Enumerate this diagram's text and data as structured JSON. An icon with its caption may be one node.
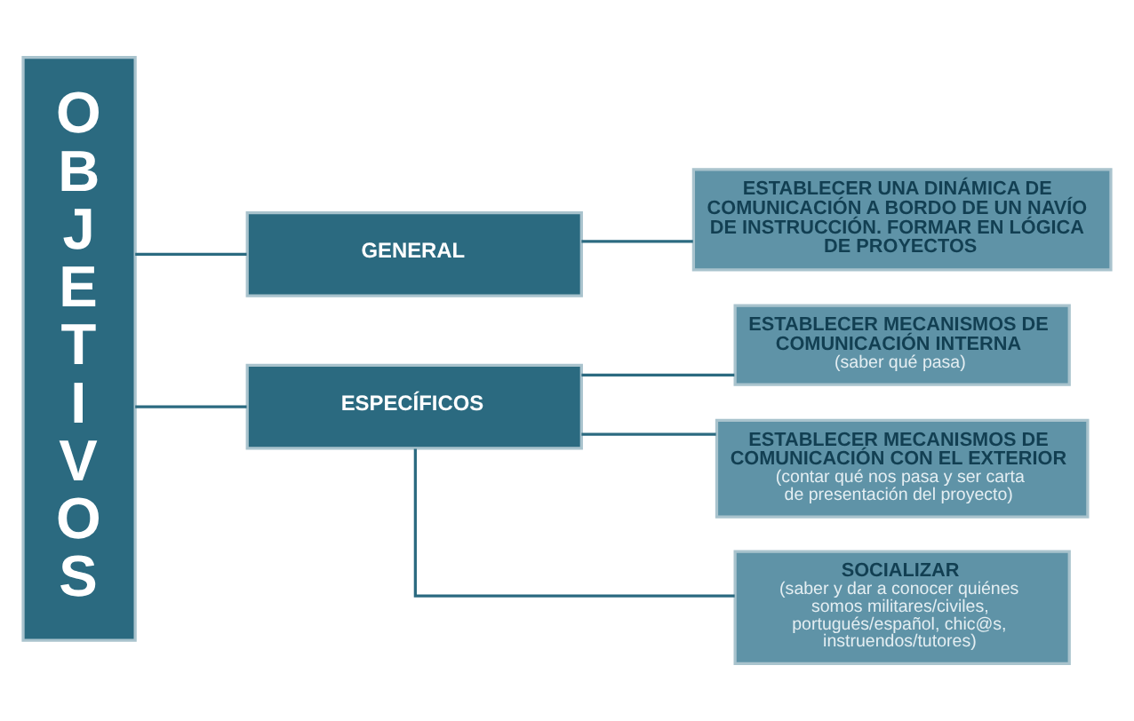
{
  "diagram": {
    "nodes": [
      {
        "text": [
          "OBJETIVOS"
        ]
      },
      {
        "text": [
          "GENERAL"
        ]
      },
      {
        "text": [
          "ESPECÍFICOS"
        ]
      },
      {
        "text": [
          "ESTABLECER UNA DINÁMICA DE COMUNICACIÓN A BORDO DE UN NAVÍO DE INSTRUCCIÓN. FORMAR EN LÓGICA DE PROYECTOS"
        ]
      },
      {
        "text": [
          "ESTABLECER MECANISMOS DE COMUNICACIÓN INTERNA",
          "(saber qué pasa)"
        ]
      },
      {
        "text": [
          "ESTABLECER MECANISMOS DE COMUNICACIÓN CON EL EXTERIOR",
          "(contar qué nos pasa y ser carta de presentación del proyecto)"
        ]
      },
      {
        "text": [
          "SOCIALIZAR",
          "(saber y dar a conocer quiénes somos militares/civiles, portugués/español, chic@s, instruendos/tutores)"
        ]
      }
    ],
    "edges": [
      {
        "from": 0,
        "to": 1,
        "arrow": "none"
      },
      {
        "from": 0,
        "to": 2,
        "arrow": "none"
      },
      {
        "from": 1,
        "to": 3,
        "arrow": "none"
      },
      {
        "from": 2,
        "to": 4,
        "arrow": "none"
      },
      {
        "from": 2,
        "to": 5,
        "arrow": "none"
      },
      {
        "from": 2,
        "to": 6,
        "arrow": "none"
      }
    ]
  }
}
